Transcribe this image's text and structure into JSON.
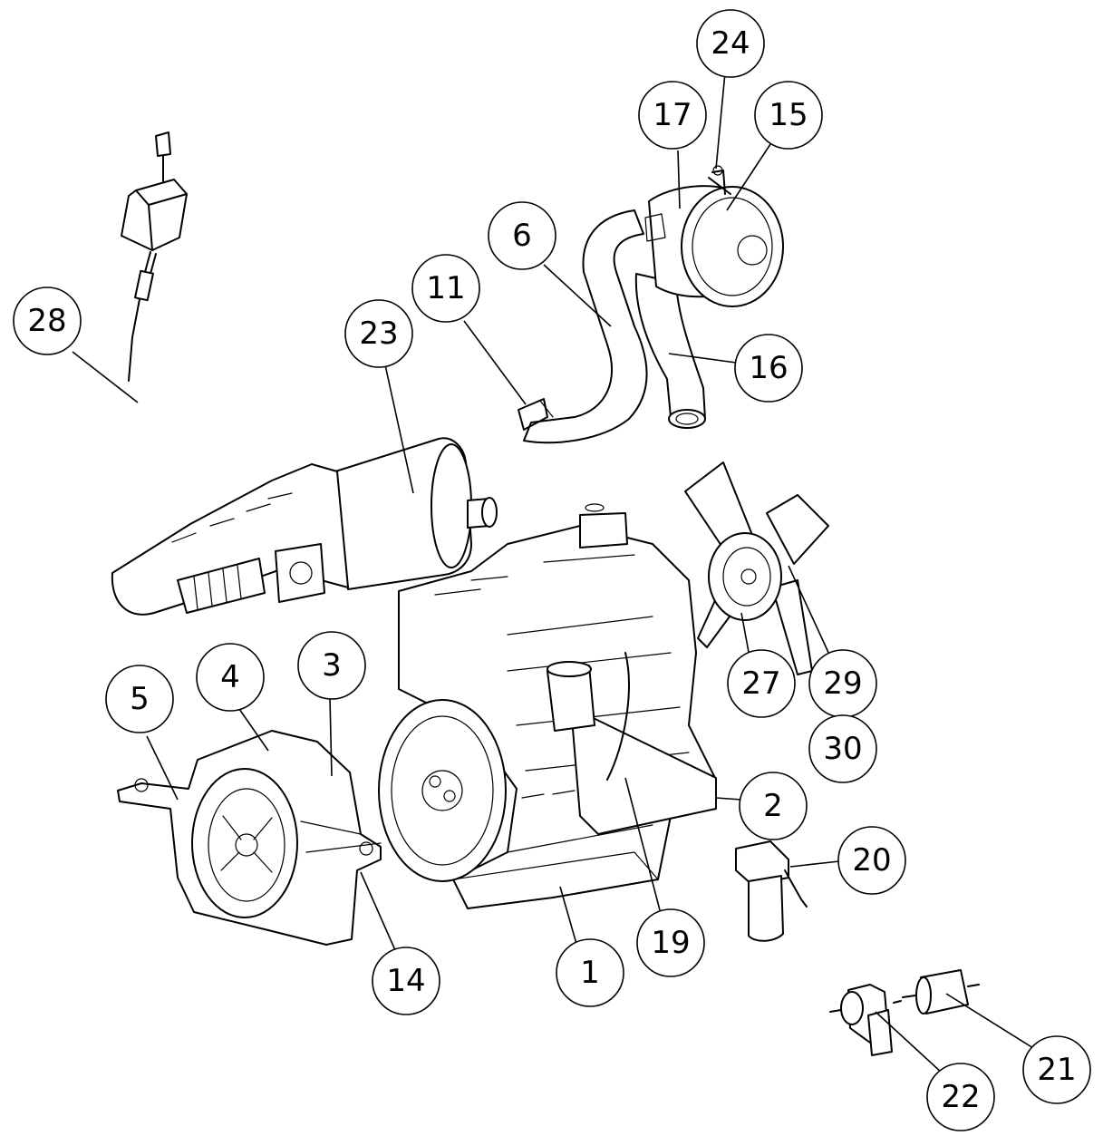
{
  "callouts": [
    {
      "id": "c1",
      "label": "1"
    },
    {
      "id": "c2",
      "label": "2"
    },
    {
      "id": "c3",
      "label": "3"
    },
    {
      "id": "c4",
      "label": "4"
    },
    {
      "id": "c5",
      "label": "5"
    },
    {
      "id": "c6",
      "label": "6"
    },
    {
      "id": "c11",
      "label": "11"
    },
    {
      "id": "c14",
      "label": "14"
    },
    {
      "id": "c15",
      "label": "15"
    },
    {
      "id": "c16",
      "label": "16"
    },
    {
      "id": "c17",
      "label": "17"
    },
    {
      "id": "c19",
      "label": "19"
    },
    {
      "id": "c20",
      "label": "20"
    },
    {
      "id": "c21",
      "label": "21"
    },
    {
      "id": "c22",
      "label": "22"
    },
    {
      "id": "c23",
      "label": "23"
    },
    {
      "id": "c24",
      "label": "24"
    },
    {
      "id": "c27",
      "label": "27"
    },
    {
      "id": "c28",
      "label": "28"
    },
    {
      "id": "c29",
      "label": "29"
    },
    {
      "id": "c30",
      "label": "30"
    }
  ]
}
